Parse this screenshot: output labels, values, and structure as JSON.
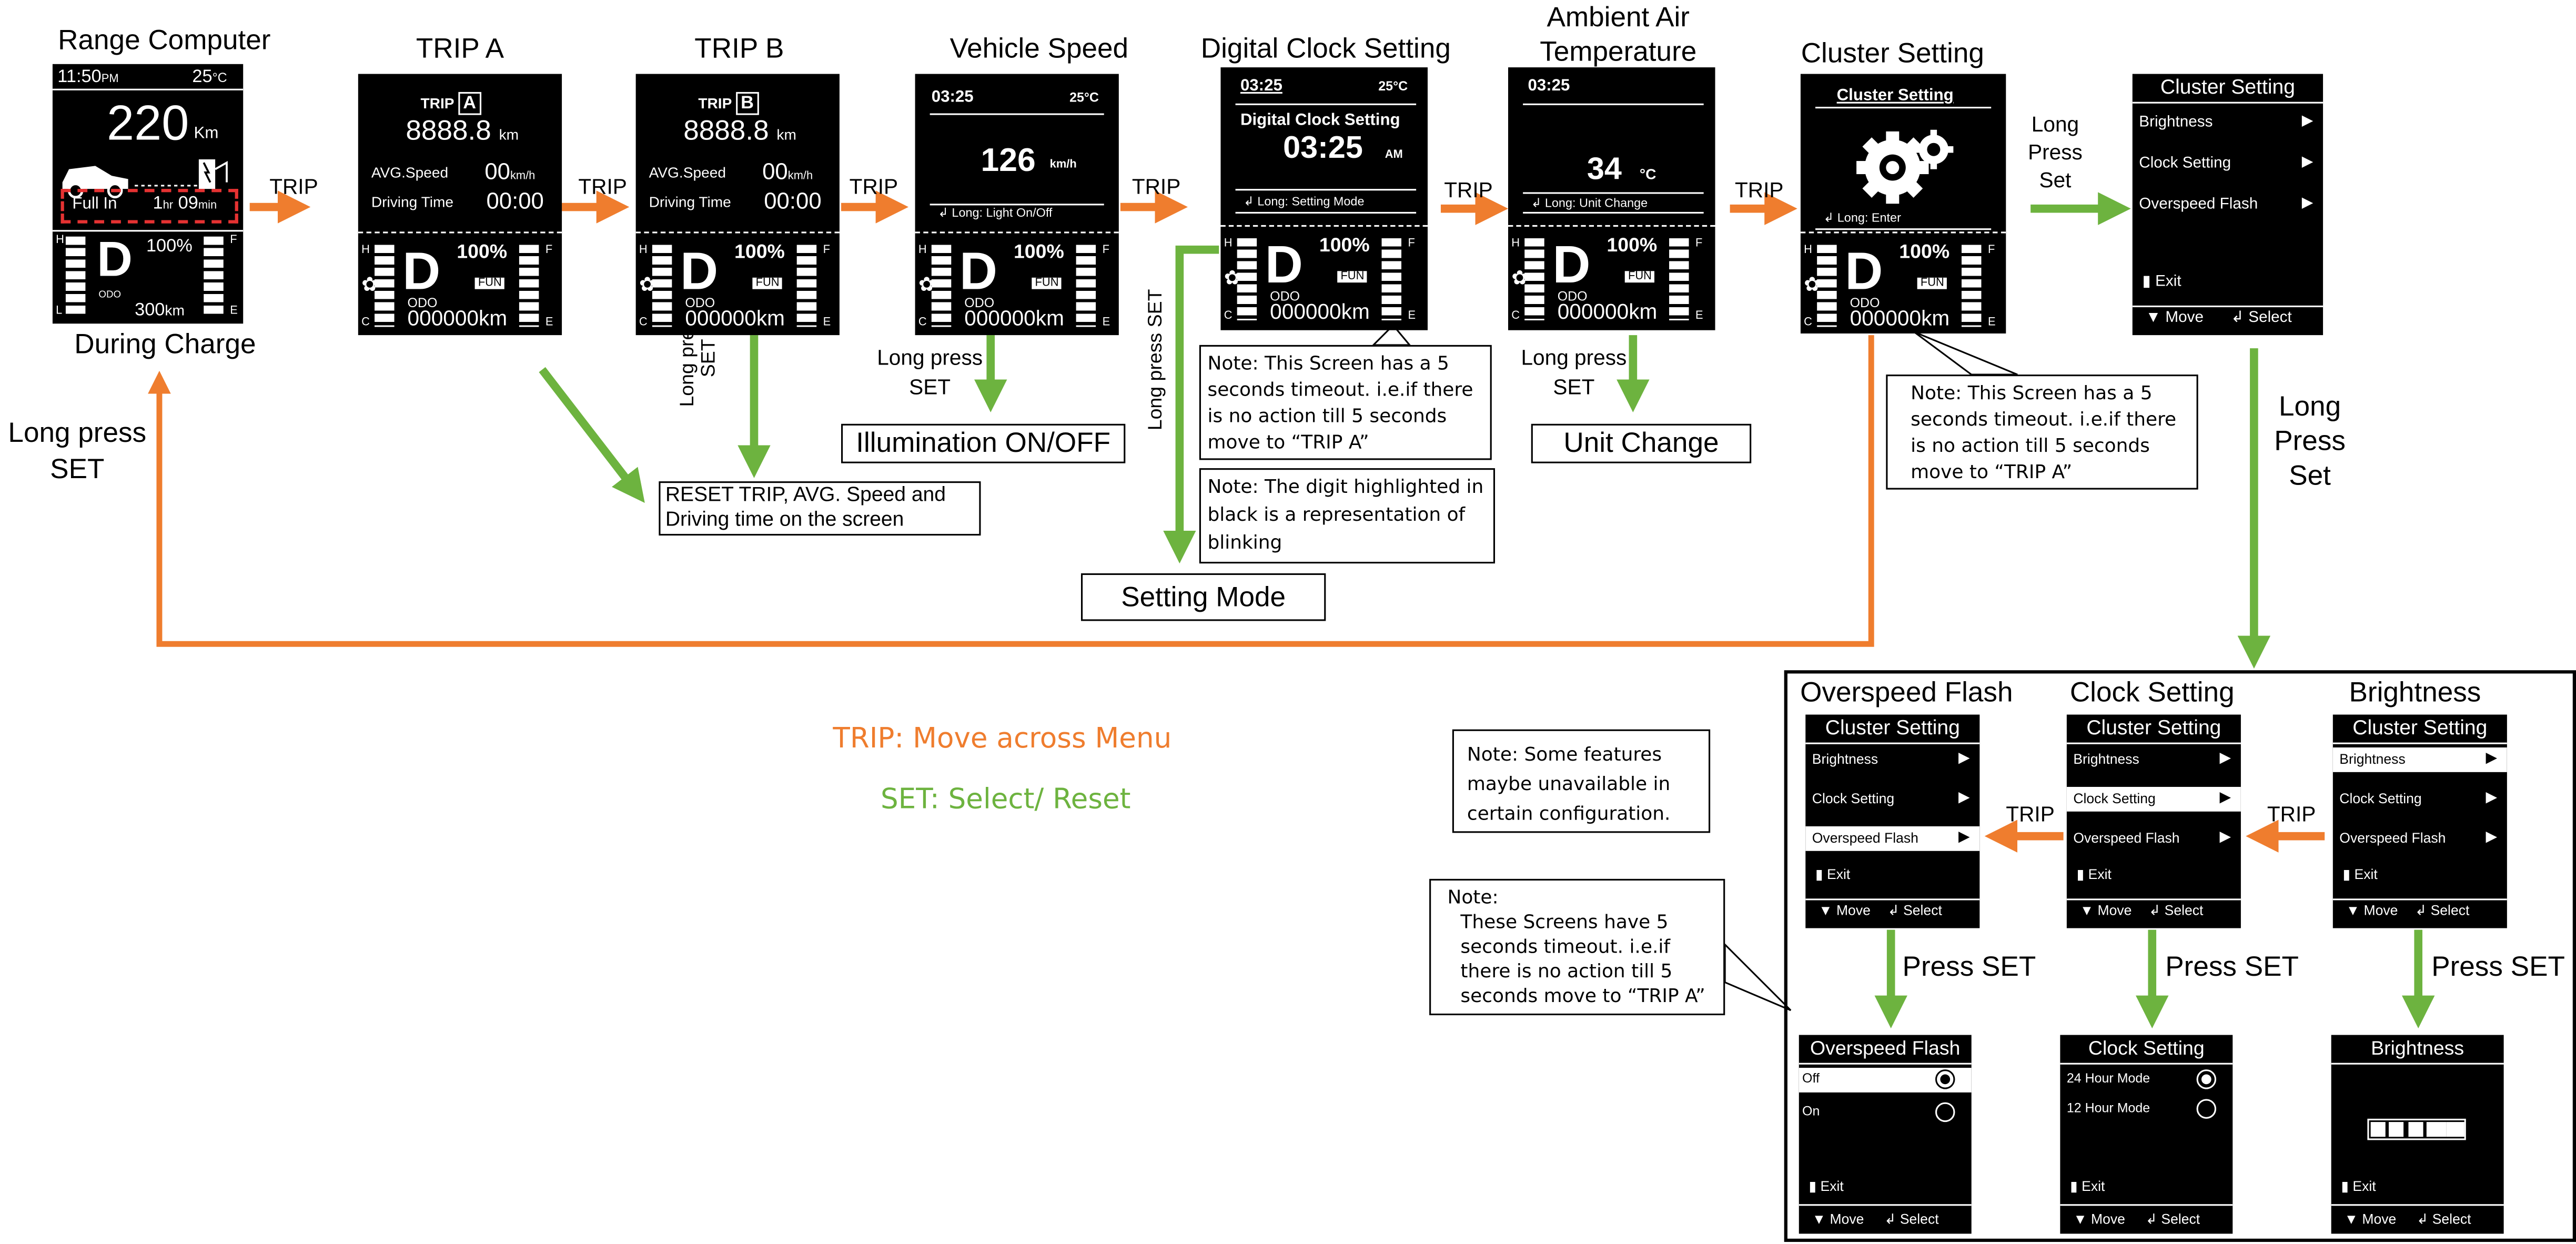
{
  "colors": {
    "trip": "#ef7d2e",
    "set": "#6db33f",
    "screen": "#000000",
    "line": "#ffffff"
  },
  "titles": {
    "range": "Range Computer",
    "trip_a": "TRIP A",
    "trip_b": "TRIP B",
    "speed": "Vehicle Speed",
    "clock": "Digital Clock Setting",
    "ambient": "Ambient  Air Temperature",
    "cluster": "Cluster Setting",
    "overspeed": "Overspeed Flash",
    "clock_sub": "Clock Setting",
    "brightness": "Brightness"
  },
  "labels": {
    "trip": "TRIP",
    "during_charge": "During Charge",
    "long_press_set": "Long press SET",
    "long_press_set_short": "Long press SET",
    "long_press_set_2": "Long press SET",
    "long_press_set_3": "Long press SET",
    "long_press_set_4": "Long press SET",
    "long_press_set_5": "Long Press Set",
    "long_press_set_6": "Long Press Set",
    "press_set": "Press SET"
  },
  "boxes": {
    "illumination": "Illumination ON/OFF",
    "unit_change": "Unit Change",
    "setting_mode": "Setting Mode",
    "reset": "RESET TRIP, AVG. Speed and Driving time on the screen"
  },
  "legend": {
    "trip": "TRIP: Move across Menu",
    "set": "SET: Select/ Reset"
  },
  "notes": {
    "timeout": "Note: This Screen has a 5 seconds timeout. i.e.if there is no action till 5 seconds move to “TRIP A”",
    "timeout2": "Note: This Screen has a 5 seconds timeout. i.e.if there is no action till 5 seconds move to “TRIP A”",
    "digit": "Note: The digit highlighted in black is a representation of blinking",
    "features": "Note: Some features maybe unavailable in certain configuration.",
    "screens_head": "Note:",
    "screens_body": "These Screens have 5 seconds timeout. i.e.if there is no action till 5 seconds move to “TRIP A”"
  },
  "range": {
    "time": "11:50",
    "pm": "PM",
    "temp": "25",
    "deg": "°C",
    "value": "220",
    "unit": "Km",
    "full_in": "Full In",
    "hr": "1",
    "hr_unit": "hr",
    "min": "09",
    "min_unit": "min",
    "gear": "D",
    "pct": "100%",
    "odo": "ODO",
    "km": "300",
    "km_unit": "km",
    "h": "H",
    "c": "C",
    "l": "L",
    "f": "F",
    "e": "E"
  },
  "bottom": {
    "h": "H",
    "c": "C",
    "f": "F",
    "e": "E",
    "gear": "D",
    "pct": "100%",
    "fun": "FUN",
    "odo": "ODO",
    "odo_val": "000000",
    "km": "km"
  },
  "trip_a": {
    "trip": "TRIP",
    "letter": "A",
    "dist": "8888.8",
    "km": "km",
    "avg": "AVG.Speed",
    "avg_val": "00",
    "avg_unit": "km/h",
    "drive": "Driving Time",
    "drive_val": "00:00"
  },
  "trip_b": {
    "trip": "TRIP",
    "letter": "B",
    "dist": "8888.8",
    "km": "km",
    "avg": "AVG.Speed",
    "avg_val": "00",
    "avg_unit": "km/h",
    "drive": "Driving Time",
    "drive_val": "00:00"
  },
  "speed": {
    "time": "03:25",
    "temp": "25°C",
    "value": "126",
    "unit": "km/h",
    "hint": "↲ Long: Light On/Off"
  },
  "clock": {
    "time": "03:25",
    "temp": "25°C",
    "title": "Digital Clock Setting",
    "value": "03:25",
    "ampm": "AM",
    "hint": "↲ Long: Setting Mode"
  },
  "ambient": {
    "time": "03:25",
    "value": "34",
    "unit": "°C",
    "hint": "↲ Long: Unit Change"
  },
  "cluster": {
    "title": "Cluster Setting",
    "hint": "↲ Long: Enter"
  },
  "menu": {
    "title": "Cluster Setting",
    "items": [
      "Brightness",
      "Clock Setting",
      "Overspeed Flash"
    ],
    "exit": "Exit",
    "move": "Move",
    "select": "Select"
  },
  "overspeed_screen": {
    "title": "Overspeed Flash",
    "options": [
      "Off",
      "On"
    ],
    "exit": "Exit",
    "move": "Move",
    "select": "Select"
  },
  "clock_screen": {
    "title": "Clock Setting",
    "options": [
      "24 Hour Mode",
      "12 Hour Mode"
    ],
    "exit": "Exit",
    "move": "Move",
    "select": "Select"
  },
  "bright_screen": {
    "title": "Brightness",
    "level": 0.6,
    "exit": "Exit",
    "move": "Move",
    "select": "Select"
  }
}
